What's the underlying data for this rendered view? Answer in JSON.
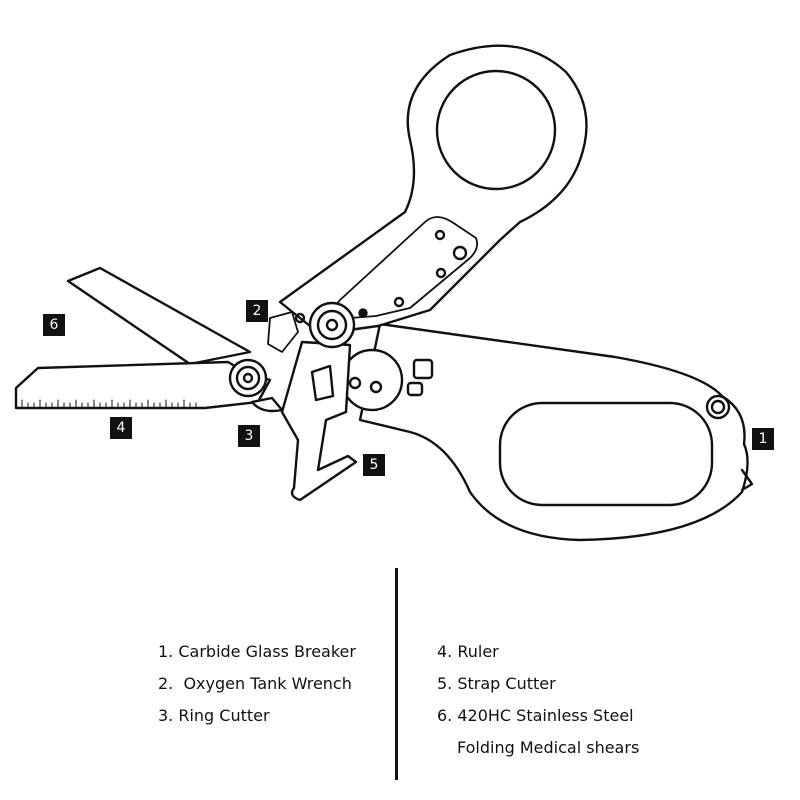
{
  "callouts": {
    "c1": "1",
    "c2": "2",
    "c3": "3",
    "c4": "4",
    "c5": "5",
    "c6": "6"
  },
  "features": {
    "left": [
      "1. Carbide Glass Breaker",
      "2.  Oxygen Tank Wrench",
      "3. Ring Cutter"
    ],
    "right": [
      "4. Ruler",
      "5. Strap Cutter",
      "6. 420HC Stainless Steel",
      "Folding Medical shears"
    ]
  }
}
